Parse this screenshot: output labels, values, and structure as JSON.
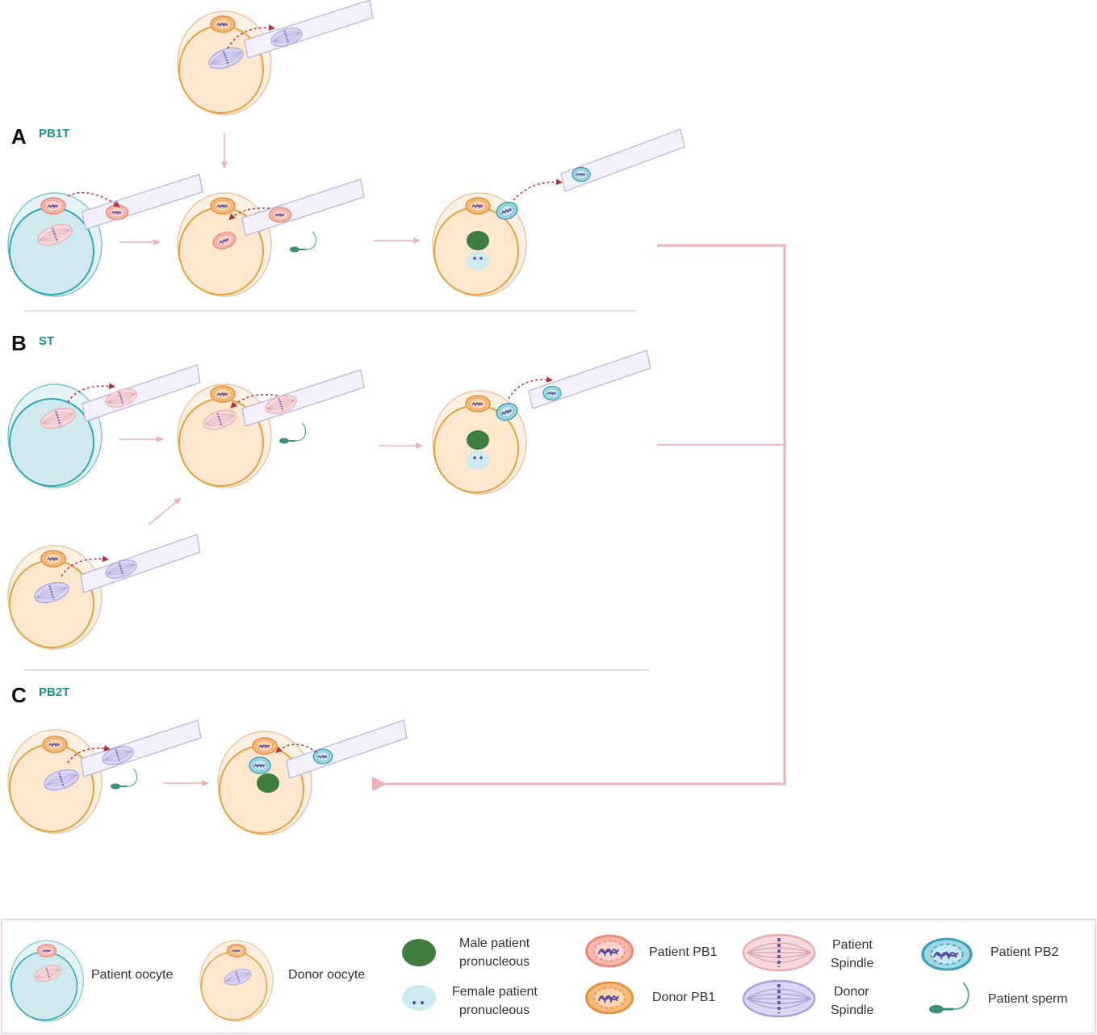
{
  "colors": {
    "patient_fill": "#cfe9ee",
    "patient_stroke": "#2fa8b3",
    "patient_zona": "#e4f3f5",
    "donor_fill": "#fde8cf",
    "donor_stroke": "#e3a23c",
    "donor_zona": "#fbf0e2",
    "zona_stroke": "#e8c7a6",
    "pipette_fill": "#f3f0fb",
    "pipette_stroke": "#b9b2d6",
    "flow_arrow": "#eeb1b5",
    "dashed_arrow": "#b0343f",
    "male_pn": "#3f7d3f",
    "female_pn": "#cdebf1",
    "pb1_patient": "#f6b7a8",
    "pb1_donor": "#f5b97a",
    "pb2_patient": "#9fd6e3",
    "spindle_patient": "#f6d9dc",
    "spindle_donor": "#dad6f3",
    "sperm": "#3c8f7a",
    "divider": "#d9d3e4",
    "legend_border": "#ecc9d7",
    "panel_sub": "#16958f"
  },
  "panels": {
    "a": {
      "letter": "A",
      "label": "PB1T"
    },
    "b": {
      "letter": "B",
      "label": "ST"
    },
    "c": {
      "letter": "C",
      "label": "PB2T"
    }
  },
  "legend": {
    "patient_oocyte": "Patient oocyte",
    "donor_oocyte": "Donor oocyte",
    "male_pn_1": "Male patient",
    "male_pn_2": "pronucleous",
    "female_pn_1": "Female patient",
    "female_pn_2": "pronucleous",
    "patient_pb1": "Patient PB1",
    "donor_pb1": "Donor PB1",
    "patient_spindle_1": "Patient",
    "patient_spindle_2": "Spindle",
    "donor_spindle_1": "Donor",
    "donor_spindle_2": "Spindle",
    "patient_pb2": "Patient  PB2",
    "patient_sperm": "Patient  sperm"
  }
}
